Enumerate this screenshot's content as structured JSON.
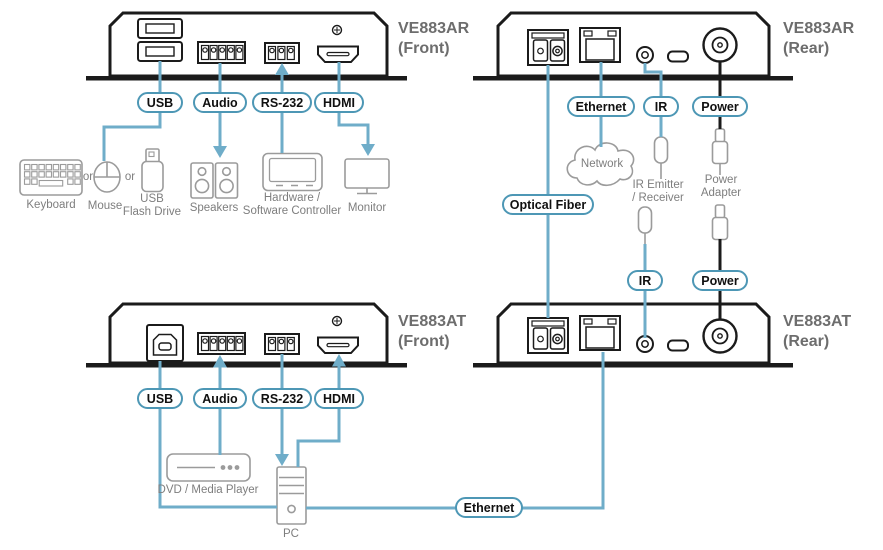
{
  "colors": {
    "line_blue": "#6FADC9",
    "pill_border": "#4D97B5",
    "pill_text": "#101010",
    "device_outline": "#1b1b1b",
    "icon_gray": "#9b9b9b",
    "label_gray": "#7e7e7e",
    "title_gray": "#6d6d6d",
    "background": "#ffffff"
  },
  "devices": [
    {
      "model": "VE883AR",
      "view": "(Front)"
    },
    {
      "model": "VE883AR",
      "view": "(Rear)"
    },
    {
      "model": "VE883AT",
      "view": "(Front)"
    },
    {
      "model": "VE883AT",
      "view": "(Rear)"
    }
  ],
  "pills": {
    "usb": "USB",
    "audio": "Audio",
    "rs232": "RS-232",
    "hdmi": "HDMI",
    "ethernet": "Ethernet",
    "ir": "IR",
    "power": "Power",
    "optical_fiber": "Optical Fiber"
  },
  "peripherals": {
    "keyboard": "Keyboard",
    "or": "or",
    "mouse": "Mouse",
    "usb_flash_1": "USB",
    "usb_flash_2": "Flash Drive",
    "speakers": "Speakers",
    "controller_1": "Hardware /",
    "controller_2": "Software Controller",
    "monitor": "Monitor",
    "network": "Network",
    "ir_emitter_1": "IR Emitter",
    "ir_emitter_2": "/ Receiver",
    "power_adapter_1": "Power",
    "power_adapter_2": "Adapter",
    "dvd_player": "DVD / Media Player",
    "pc": "PC"
  },
  "icons": {
    "ports": [
      "usb-a-port",
      "usb-b-port",
      "audio-terminal-block",
      "rs232-terminal-block",
      "hdmi-port",
      "optical-fiber-port",
      "ethernet-rj45-port",
      "ir-jack",
      "micro-usb-port",
      "power-jack"
    ],
    "peripherals": [
      "keyboard-icon",
      "mouse-icon",
      "usb-flash-drive-icon",
      "speakers-icon",
      "controller-icon",
      "monitor-icon",
      "network-cloud-icon",
      "ir-emitter-icon",
      "power-adapter-plug-icon",
      "dvd-player-icon",
      "pc-tower-icon"
    ]
  }
}
